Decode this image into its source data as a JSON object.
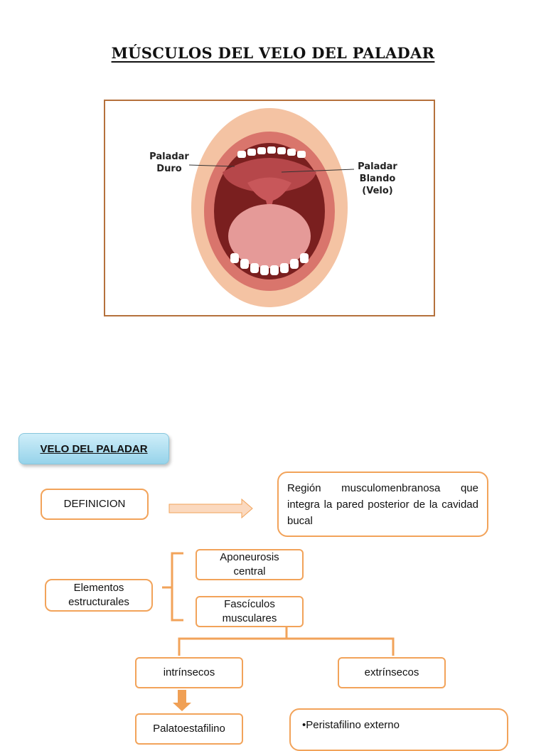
{
  "page": {
    "title": "MÚSCULOS DEL VELO DEL PALADAR"
  },
  "figure": {
    "label_left": [
      "Paladar",
      "Duro"
    ],
    "label_right": [
      "Paladar",
      "Blando",
      "(Velo)"
    ]
  },
  "section": {
    "header": "VELO DEL PALADAR"
  },
  "diagram": {
    "definicion_label": "DEFINICION",
    "definicion_text": "Región musculomenbranosa que integra la pared posterior de la cavidad bucal",
    "elementos_label": [
      "Elementos",
      "estructurales"
    ],
    "aponeurosis_label": [
      "Aponeurosis",
      "central"
    ],
    "fasciculos_label": [
      "Fascículos",
      "musculares"
    ],
    "intrinsecos_label": "intrínsecos",
    "extrinsecos_label": "extrínsecos",
    "palatoestafilino_label": "Palatoestafilino",
    "peristafilino_label": "•Peristafilino externo"
  },
  "colors": {
    "box_border": "#f2a35a",
    "arrow_fill": "#f0a055",
    "header_bg": "#a8dcef",
    "frame_border": "#b5713c"
  }
}
